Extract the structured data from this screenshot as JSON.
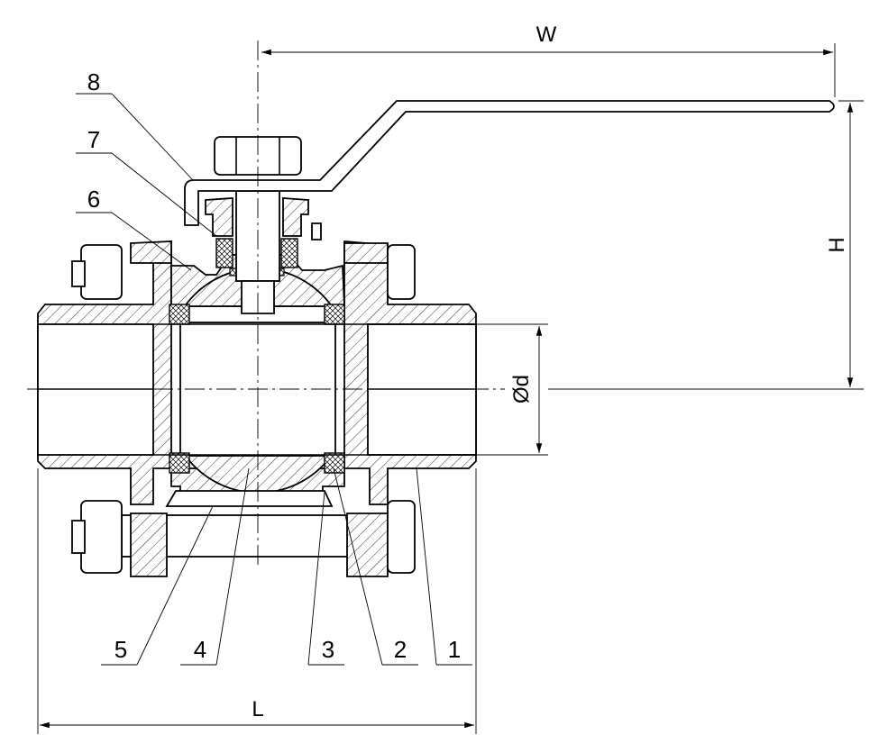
{
  "drawing": {
    "part_labels": [
      "1",
      "2",
      "3",
      "4",
      "5",
      "6",
      "7",
      "8"
    ],
    "dimensions": {
      "width": "W",
      "height": "H",
      "length": "L",
      "bore": "Ød"
    }
  }
}
